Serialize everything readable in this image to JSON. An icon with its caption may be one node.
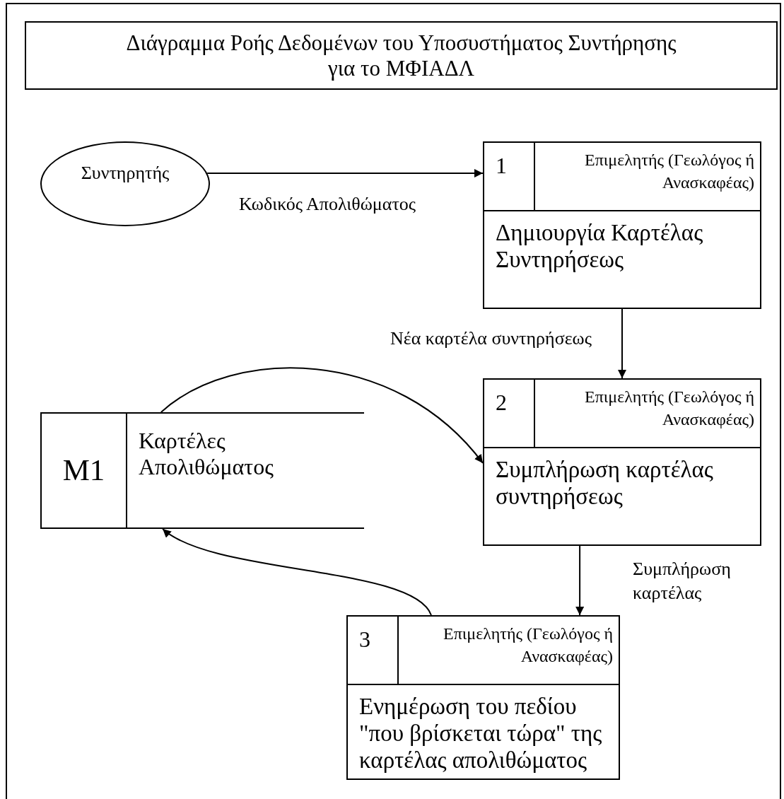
{
  "diagram": {
    "title": "Διάγραμμα Ροής Δεδομένων του Υποσυστήματος Συντήρησης για το ΜΦΙΑΔΛ",
    "nodes": [
      {
        "text": [
          "Συντηρητής"
        ]
      },
      {
        "text": [
          "1",
          "Επιμελητής (Γεωλόγος ή Ανασκαφέας)",
          "Δημιουργία Καρτέλας Συντηρήσεως"
        ]
      },
      {
        "text": [
          "2",
          "Επιμελητής (Γεωλόγος ή Ανασκαφέας)",
          "Συμπλήρωση καρτέλας συντηρήσεως"
        ]
      },
      {
        "text": [
          "M1",
          "Καρτέλες Απολιθώματος"
        ]
      },
      {
        "text": [
          "3",
          "Επιμελητής (Γεωλόγος ή Ανασκαφέας)",
          "Ενημέρωση του πεδίου \"που βρίσκεται τώρα\" της καρτέλας απολιθώματος"
        ]
      }
    ],
    "edges": [
      {
        "from": 0,
        "to": 1,
        "arrow": "to",
        "label": "Κωδικός Απολιθώματος"
      },
      {
        "from": 1,
        "to": 2,
        "arrow": "to",
        "label": "Νέα καρτέλα συντηρήσεως"
      },
      {
        "from": 3,
        "to": 2,
        "arrow": "to"
      },
      {
        "from": 2,
        "to": 4,
        "arrow": "to",
        "label": "Συμπλήρωση καρτέλας"
      },
      {
        "from": 4,
        "to": 3,
        "arrow": "to"
      }
    ]
  }
}
